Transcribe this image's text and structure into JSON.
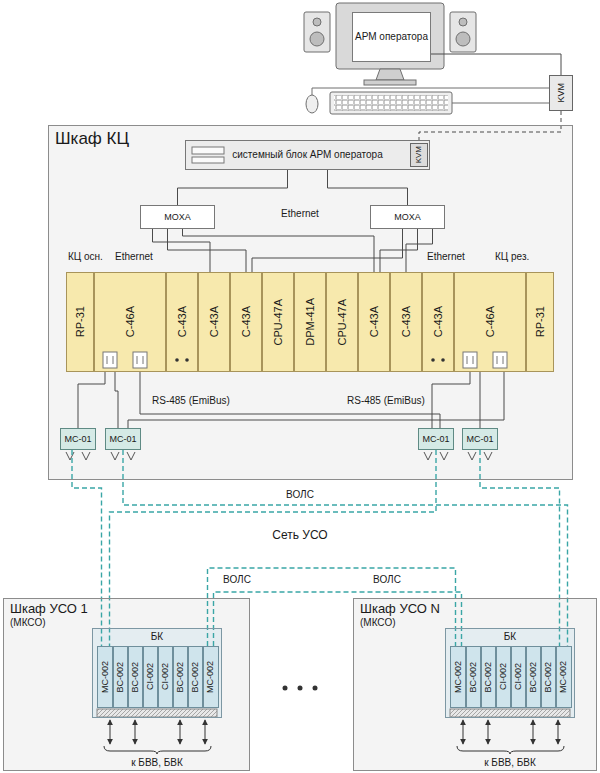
{
  "diagram": {
    "nodes": [
      {
        "text": [
          "АРМ оператора"
        ]
      },
      {
        "text": [
          "KVM"
        ]
      },
      {
        "text": [
          "Шкаф КЦ"
        ]
      },
      {
        "text": [
          "системный блок АРМ оператора"
        ],
        "in": 2
      },
      {
        "text": [
          "KVM"
        ],
        "in": 3
      },
      {
        "text": [
          "MOXA"
        ],
        "in": 2
      },
      {
        "text": [
          "MOXA"
        ],
        "in": 2
      },
      {
        "text": [
          "RP-31"
        ],
        "in": 2
      },
      {
        "text": [
          "C-46A"
        ],
        "in": 2
      },
      {
        "text": [
          "C-43A"
        ],
        "in": 2
      },
      {
        "text": [
          "C-43A"
        ],
        "in": 2
      },
      {
        "text": [
          "C-43A"
        ],
        "in": 2
      },
      {
        "text": [
          "CPU-47A"
        ],
        "in": 2
      },
      {
        "text": [
          "DPM-41A"
        ],
        "in": 2
      },
      {
        "text": [
          "CPU-47A"
        ],
        "in": 2
      },
      {
        "text": [
          "C-43A"
        ],
        "in": 2
      },
      {
        "text": [
          "C-43A"
        ],
        "in": 2
      },
      {
        "text": [
          "C-43A"
        ],
        "in": 2
      },
      {
        "text": [
          "C-46A"
        ],
        "in": 2
      },
      {
        "text": [
          "RP-31"
        ],
        "in": 2
      },
      {
        "text": [
          "MC-01"
        ],
        "in": 2
      },
      {
        "text": [
          "MC-01"
        ],
        "in": 2
      },
      {
        "text": [
          "MC-01"
        ],
        "in": 2
      },
      {
        "text": [
          "MC-01"
        ],
        "in": 2
      },
      {
        "text": [
          "Шкаф УСО 1",
          "(МКСО)"
        ]
      },
      {
        "text": [
          "БК"
        ],
        "in": 24
      },
      {
        "text": [
          "MC-002"
        ],
        "in": 25
      },
      {
        "text": [
          "BC-002"
        ],
        "in": 25
      },
      {
        "text": [
          "BC-002"
        ],
        "in": 25
      },
      {
        "text": [
          "CI-002"
        ],
        "in": 25
      },
      {
        "text": [
          "CI-002"
        ],
        "in": 25
      },
      {
        "text": [
          "BC-002"
        ],
        "in": 25
      },
      {
        "text": [
          "BC-002"
        ],
        "in": 25
      },
      {
        "text": [
          "MC-002"
        ],
        "in": 25
      },
      {
        "text": [
          "Шкаф УСО N",
          "(МКСО)"
        ]
      },
      {
        "text": [
          "БК"
        ],
        "in": 34
      },
      {
        "text": [
          "MC-002"
        ],
        "in": 35
      },
      {
        "text": [
          "BC-002"
        ],
        "in": 35
      },
      {
        "text": [
          "BC-002"
        ],
        "in": 35
      },
      {
        "text": [
          "CI-002"
        ],
        "in": 35
      },
      {
        "text": [
          "CI-002"
        ],
        "in": 35
      },
      {
        "text": [
          "BC-002"
        ],
        "in": 35
      },
      {
        "text": [
          "BC-002"
        ],
        "in": 35
      },
      {
        "text": [
          "MC-002"
        ],
        "in": 35
      }
    ],
    "edges": [
      {
        "from": 0,
        "to": 1,
        "arrow": "none"
      },
      {
        "from": 1,
        "to": 4,
        "arrow": "none"
      },
      {
        "from": 3,
        "to": 5,
        "arrow": "none"
      },
      {
        "from": 3,
        "to": 6,
        "arrow": "none"
      },
      {
        "from": 5,
        "to": 10,
        "arrow": "none"
      },
      {
        "from": 5,
        "to": 11,
        "arrow": "none"
      },
      {
        "from": 5,
        "to": 15,
        "arrow": "none"
      },
      {
        "from": 6,
        "to": 11,
        "arrow": "none"
      },
      {
        "from": 6,
        "to": 15,
        "arrow": "none"
      },
      {
        "from": 6,
        "to": 16,
        "arrow": "none"
      },
      {
        "from": 8,
        "to": 20,
        "arrow": "none"
      },
      {
        "from": 8,
        "to": 21,
        "arrow": "none"
      },
      {
        "from": 8,
        "to": 22,
        "arrow": "none"
      },
      {
        "from": 18,
        "to": 22,
        "arrow": "none"
      },
      {
        "from": 18,
        "to": 23,
        "arrow": "none"
      },
      {
        "from": 18,
        "to": 21,
        "arrow": "none"
      },
      {
        "from": 20,
        "to": 26,
        "arrow": "none"
      },
      {
        "from": 21,
        "to": 43,
        "arrow": "none"
      },
      {
        "from": 22,
        "to": 26,
        "arrow": "none"
      },
      {
        "from": 23,
        "to": 43,
        "arrow": "none"
      },
      {
        "from": 33,
        "to": 36,
        "arrow": "none"
      },
      {
        "from": 33,
        "to": 36,
        "arrow": "none"
      }
    ],
    "labels": [
      "КЦ осн.",
      "Ethernet",
      "Ethernet",
      "Ethernet",
      "КЦ рез.",
      "RS-485 (EmiBus)",
      "RS-485 (EmiBus)",
      "ВОЛС",
      "Сеть УСО",
      "ВОЛС",
      "ВОЛС",
      "к БВВ, БВК",
      "к БВВ, БВК"
    ]
  }
}
